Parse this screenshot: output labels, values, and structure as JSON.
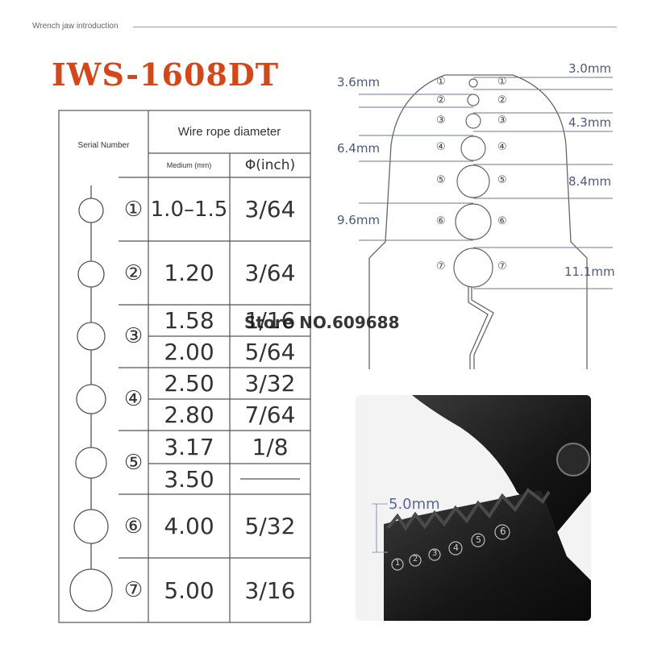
{
  "header": {
    "intro": "Wrench jaw introduction"
  },
  "title": "IWS-1608DT",
  "table": {
    "serial_header": "Serial Number",
    "rope_header": "Wire rope diameter",
    "medium_header": "Medium (mm)",
    "inch_header": "Φ(inch)",
    "groups": [
      {
        "serial": "①",
        "rows": [
          {
            "mm": "1.0–1.5",
            "inch": "3/64"
          }
        ]
      },
      {
        "serial": "②",
        "rows": [
          {
            "mm": "1.20",
            "inch": "3/64"
          }
        ]
      },
      {
        "serial": "③",
        "rows": [
          {
            "mm": "1.58",
            "inch": "1/16"
          },
          {
            "mm": "2.00",
            "inch": "5/64"
          }
        ]
      },
      {
        "serial": "④",
        "rows": [
          {
            "mm": "2.50",
            "inch": "3/32"
          },
          {
            "mm": "2.80",
            "inch": "7/64"
          }
        ]
      },
      {
        "serial": "⑤",
        "rows": [
          {
            "mm": "3.17",
            "inch": "1/8"
          },
          {
            "mm": "3.50",
            "inch": "—"
          }
        ]
      },
      {
        "serial": "⑥",
        "rows": [
          {
            "mm": "4.00",
            "inch": "5/32"
          }
        ]
      },
      {
        "serial": "⑦",
        "rows": [
          {
            "mm": "5.00",
            "inch": "3/16"
          }
        ]
      }
    ]
  },
  "watermark": "Store NO.609688",
  "jaw_diagram": {
    "positions": [
      "①",
      "②",
      "③",
      "④",
      "⑤",
      "⑥",
      "⑦"
    ],
    "dimensions": [
      {
        "label": "3.0mm",
        "side": "right"
      },
      {
        "label": "3.6mm",
        "side": "left"
      },
      {
        "label": "4.3mm",
        "side": "right"
      },
      {
        "label": "6.4mm",
        "side": "left"
      },
      {
        "label": "8.4mm",
        "side": "right"
      },
      {
        "label": "9.6mm",
        "side": "left"
      },
      {
        "label": "11.1mm",
        "side": "right"
      }
    ]
  },
  "photo": {
    "dimension": "5.0mm",
    "jaw_numbers": [
      "1",
      "2",
      "3",
      "4",
      "5",
      "6"
    ]
  },
  "colors": {
    "title": "#d4471b",
    "dimension_text": "#4a5a7a",
    "lines": "#555555",
    "guide_lines": "#6a7a9a"
  }
}
